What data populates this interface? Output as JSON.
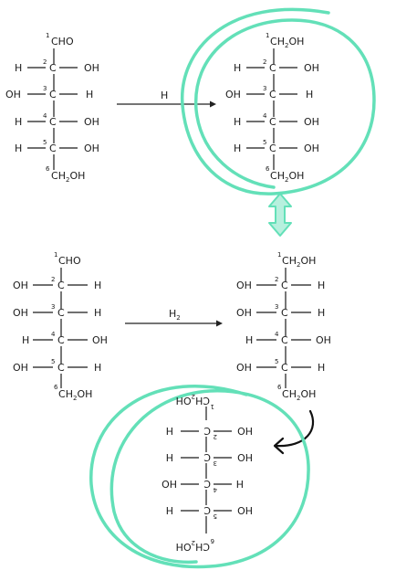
{
  "molecules": {
    "top_left": {
      "c1": "CHO",
      "c1_num": "1",
      "rows": [
        {
          "num": "2",
          "left": "H",
          "right": "OH"
        },
        {
          "num": "3",
          "left": "OH",
          "right": "H"
        },
        {
          "num": "4",
          "left": "H",
          "right": "OH"
        },
        {
          "num": "5",
          "left": "H",
          "right": "OH"
        }
      ],
      "c6_num": "6",
      "c6": "CH2OH"
    },
    "top_right": {
      "c1_num": "1",
      "c1": "CH2OH",
      "rows": [
        {
          "num": "2",
          "left": "H",
          "right": "OH"
        },
        {
          "num": "3",
          "left": "OH",
          "right": "H"
        },
        {
          "num": "4",
          "left": "H",
          "right": "OH"
        },
        {
          "num": "5",
          "left": "H",
          "right": "OH"
        }
      ],
      "c6_num": "6",
      "c6": "CH2OH"
    },
    "bottom_left": {
      "c1": "CHO",
      "c1_num": "1",
      "rows": [
        {
          "num": "2",
          "left": "OH",
          "right": "H"
        },
        {
          "num": "3",
          "left": "OH",
          "right": "H"
        },
        {
          "num": "4",
          "left": "H",
          "right": "OH"
        },
        {
          "num": "5",
          "left": "OH",
          "right": "H"
        }
      ],
      "c6_num": "6",
      "c6": "CH2OH"
    },
    "bottom_right": {
      "c1_num": "1",
      "c1": "CH2OH",
      "rows": [
        {
          "num": "2",
          "left": "OH",
          "right": "H"
        },
        {
          "num": "3",
          "left": "OH",
          "right": "H"
        },
        {
          "num": "4",
          "left": "H",
          "right": "OH"
        },
        {
          "num": "5",
          "left": "OH",
          "right": "H"
        }
      ],
      "c6_num": "6",
      "c6": "CH2OH"
    },
    "rotated": {
      "top_num": "6",
      "top": "CH2OH",
      "rows": [
        {
          "num": "5",
          "left": "H",
          "right": "HO"
        },
        {
          "num": "4",
          "left": "HO",
          "right": "H"
        },
        {
          "num": "3",
          "left": "H",
          "right": "HO"
        },
        {
          "num": "2",
          "left": "H",
          "right": "HO"
        }
      ],
      "bottom_num": "1",
      "bottom": "CH2OH"
    }
  },
  "reagents": {
    "top": "H",
    "bottom": "H2"
  },
  "colors": {
    "highlight": "#63e0b8",
    "ink": "#1a1a1a"
  }
}
